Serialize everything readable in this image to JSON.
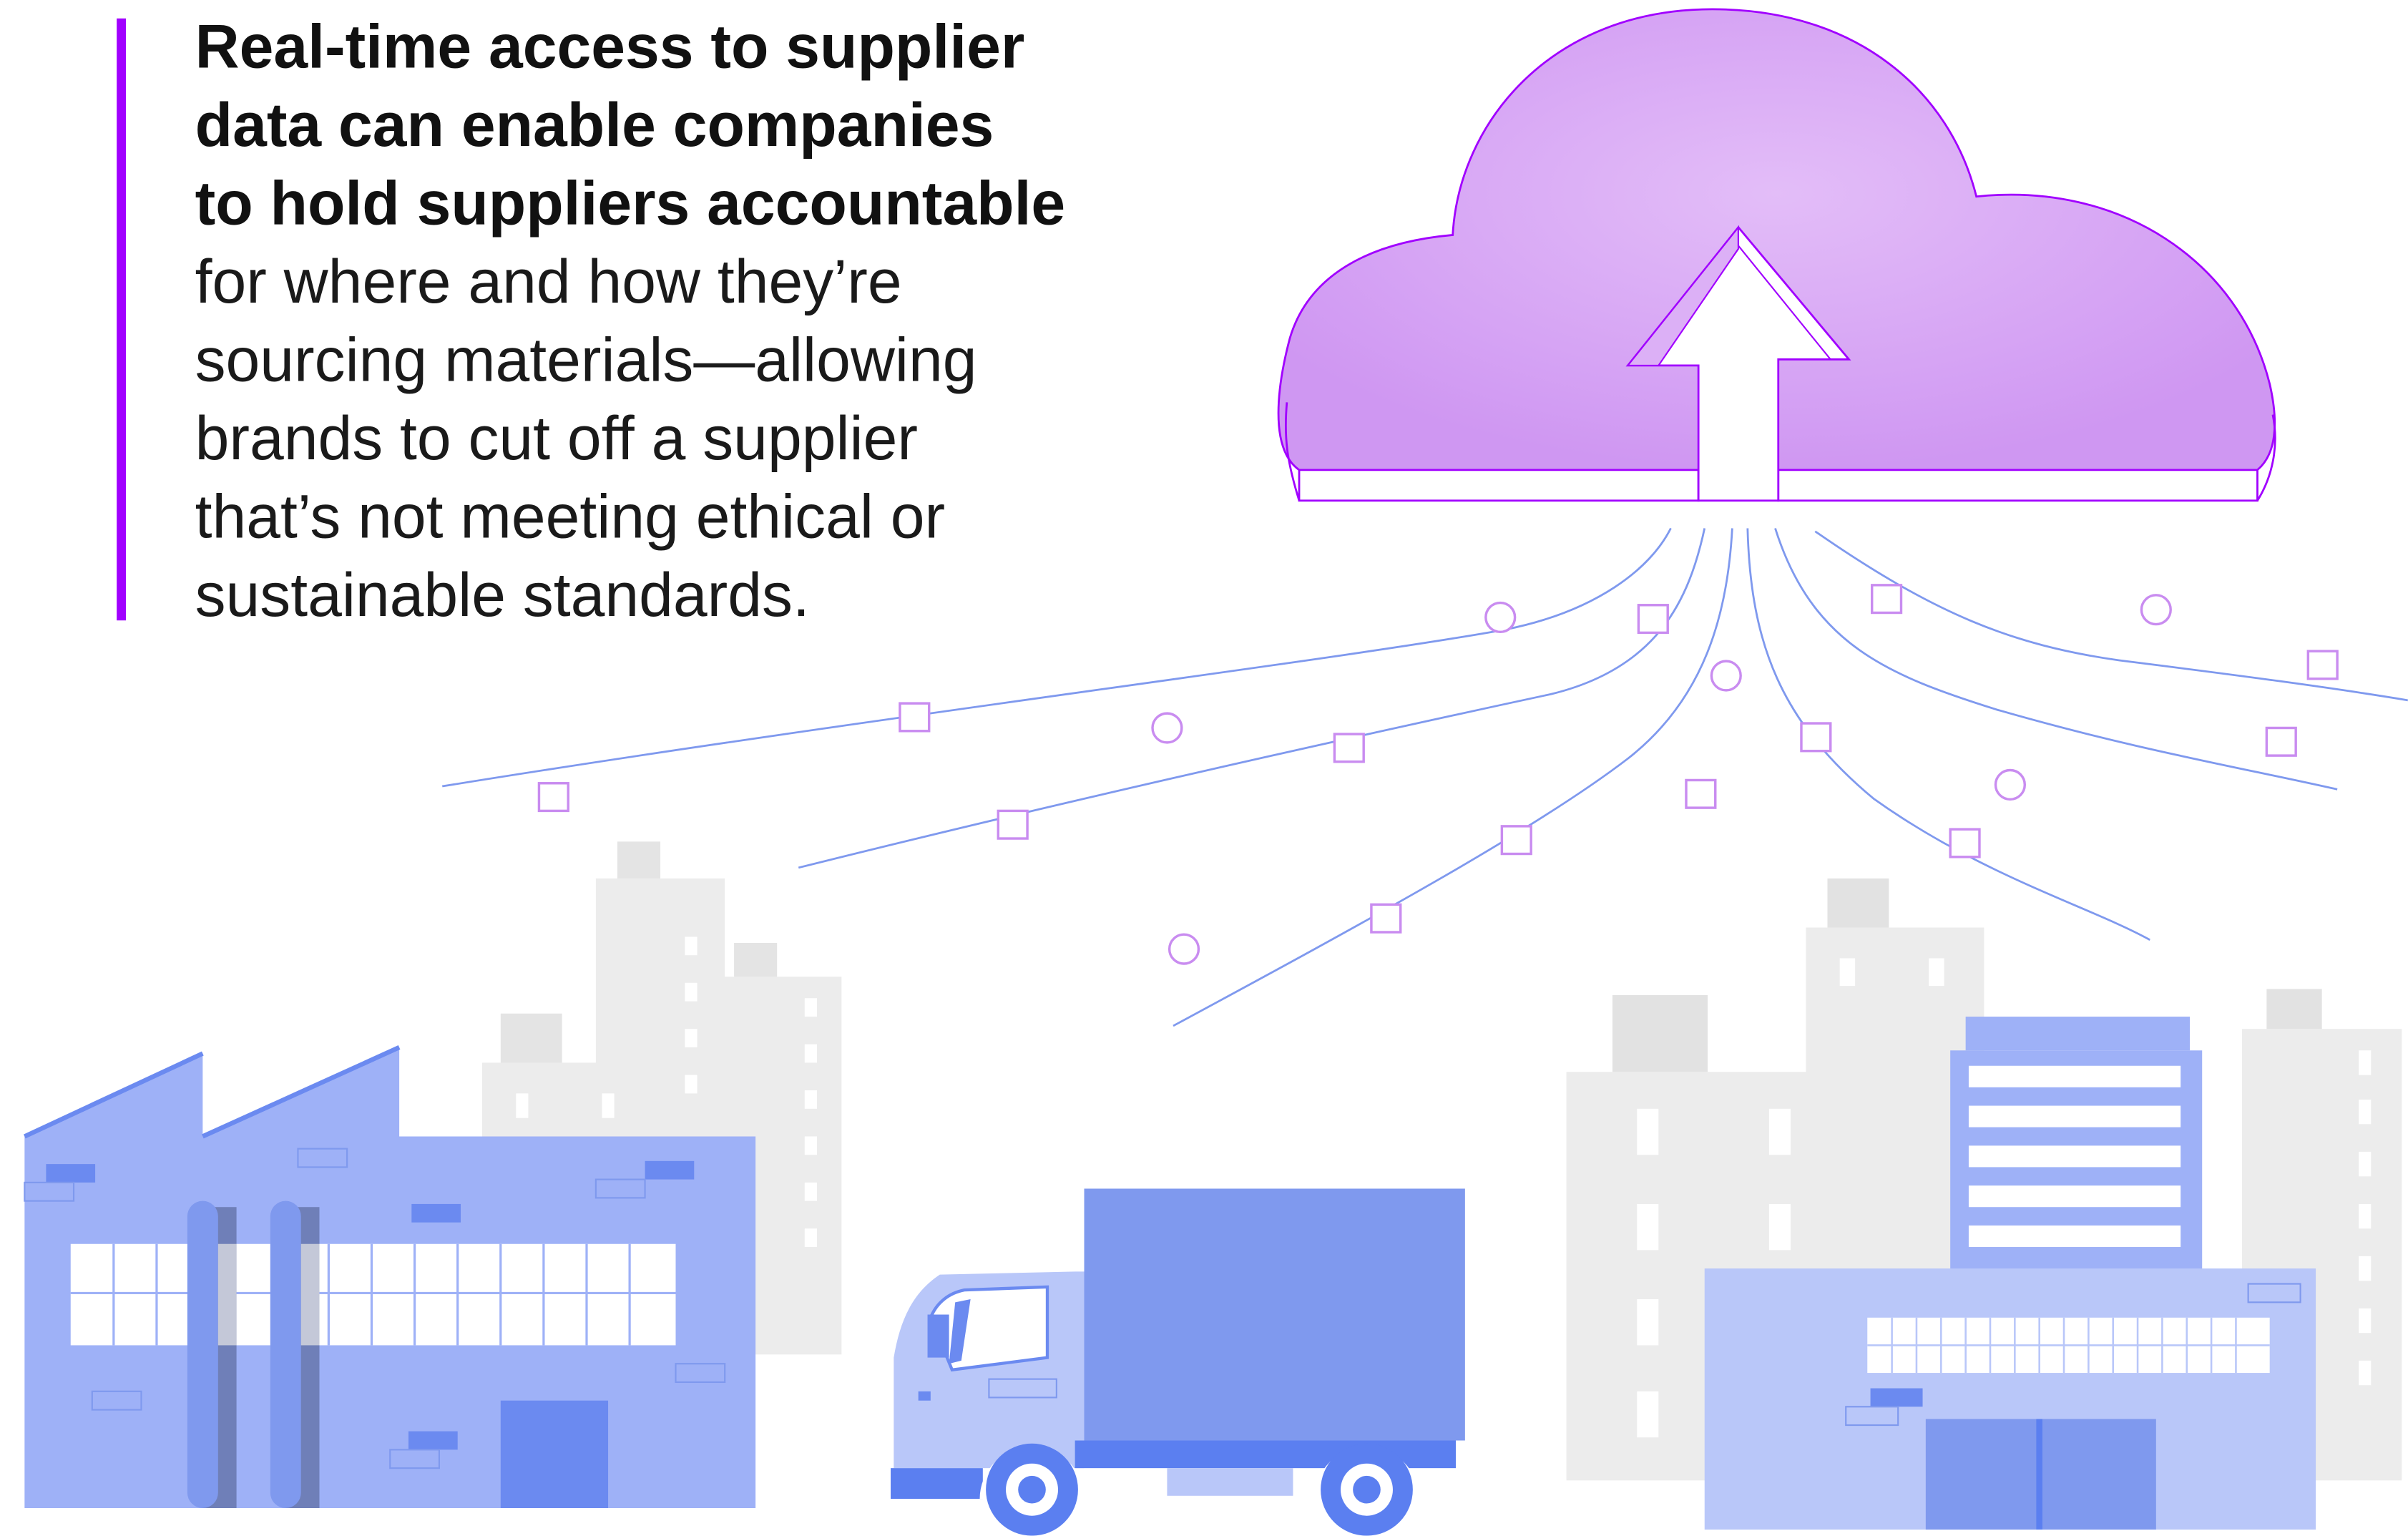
{
  "quote": {
    "bold_lines": [
      "Real-time access to supplier",
      "data can enable companies",
      "to hold suppliers accountable"
    ],
    "regular_lines": [
      "for where and how they’re",
      "sourcing materials—allowing",
      "brands to cut off a supplier",
      "that’s not meeting ethical or",
      "sustainable standards."
    ]
  },
  "colors": {
    "accent": "#a100ff",
    "cloud": "#d9a8f5",
    "building_blue": "#9eb1f7",
    "building_dark": "#6b8af0",
    "ghost_building": "#ececec",
    "line": "#7f99ee"
  },
  "icons": [
    "cloud-icon",
    "upload-arrow-icon",
    "factory-icon",
    "truck-icon",
    "warehouse-icon",
    "office-tower-icon"
  ]
}
